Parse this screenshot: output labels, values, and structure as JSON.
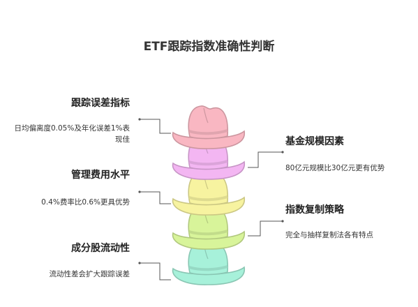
{
  "title": "ETF跟踪指数准确性判断",
  "factors": [
    {
      "side": "left",
      "title": "跟踪误差指标",
      "desc": "日均偏离度0.05%及年化误差1%表现佳",
      "hat_color": "#f9b7c2"
    },
    {
      "side": "right",
      "title": "基金规模因素",
      "desc": "80亿元规模比30亿元更有优势",
      "hat_color": "#f3b6f2"
    },
    {
      "side": "left",
      "title": "管理费用水平",
      "desc": "0.4%费率比0.6%更具优势",
      "hat_color": "#f7f3a0"
    },
    {
      "side": "right",
      "title": "指数复制策略",
      "desc": "完全与抽样复制法各有特点",
      "hat_color": "#d8f49a"
    },
    {
      "side": "left",
      "title": "成分股流动性",
      "desc": "流动性差会扩大跟踪误差",
      "hat_color": "#a7f1da"
    }
  ]
}
